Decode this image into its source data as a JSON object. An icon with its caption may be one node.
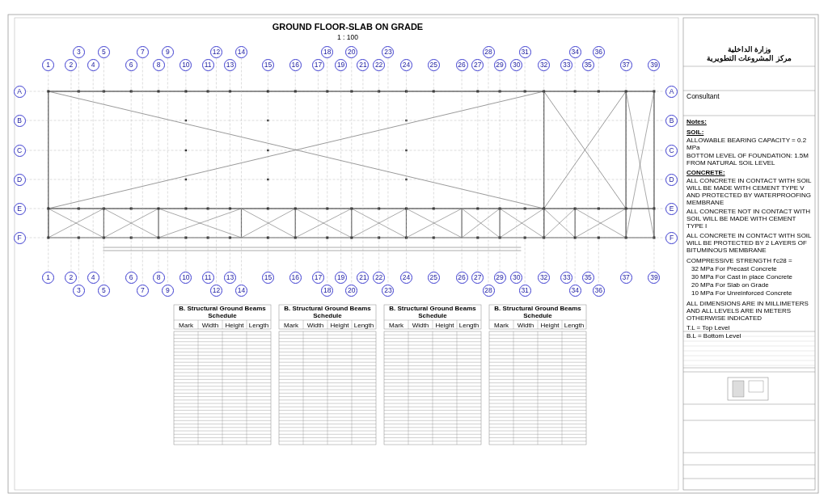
{
  "diagram": {
    "title": "GROUND FLOOR-SLAB ON GRADE",
    "nodes": [
      {
        "text": [
          "1"
        ]
      },
      {
        "text": [
          "2"
        ]
      },
      {
        "text": [
          "3"
        ]
      },
      {
        "text": [
          "4"
        ]
      },
      {
        "text": [
          "5"
        ]
      },
      {
        "text": [
          "6"
        ]
      },
      {
        "text": [
          "7"
        ]
      },
      {
        "text": [
          "8"
        ]
      },
      {
        "text": [
          "9"
        ]
      },
      {
        "text": [
          "10"
        ]
      },
      {
        "text": [
          "11"
        ]
      },
      {
        "text": [
          "12"
        ]
      },
      {
        "text": [
          "13"
        ]
      },
      {
        "text": [
          "14"
        ]
      },
      {
        "text": [
          "15"
        ]
      },
      {
        "text": [
          "16"
        ]
      },
      {
        "text": [
          "17"
        ]
      },
      {
        "text": [
          "18"
        ]
      },
      {
        "text": [
          "19"
        ]
      },
      {
        "text": [
          "20"
        ]
      },
      {
        "text": [
          "21"
        ]
      },
      {
        "text": [
          "22"
        ]
      },
      {
        "text": [
          "23"
        ]
      },
      {
        "text": [
          "24"
        ]
      },
      {
        "text": [
          "25"
        ]
      },
      {
        "text": [
          "26"
        ]
      },
      {
        "text": [
          "27"
        ]
      },
      {
        "text": [
          "28"
        ]
      },
      {
        "text": [
          "29"
        ]
      },
      {
        "text": [
          "30"
        ]
      },
      {
        "text": [
          "31"
        ]
      },
      {
        "text": [
          "32"
        ]
      },
      {
        "text": [
          "33"
        ]
      },
      {
        "text": [
          "34"
        ]
      },
      {
        "text": [
          "35"
        ]
      },
      {
        "text": [
          "36"
        ]
      },
      {
        "text": [
          "37"
        ]
      },
      {
        "text": [
          "39"
        ]
      },
      {
        "text": [
          "A"
        ]
      },
      {
        "text": [
          "A"
        ]
      },
      {
        "text": [
          "B"
        ]
      },
      {
        "text": [
          "B"
        ]
      },
      {
        "text": [
          "C"
        ]
      },
      {
        "text": [
          "C"
        ]
      },
      {
        "text": [
          "D"
        ]
      },
      {
        "text": [
          "D"
        ]
      },
      {
        "text": [
          "E"
        ]
      },
      {
        "text": [
          "E"
        ]
      },
      {
        "text": [
          "F"
        ]
      },
      {
        "text": [
          "F"
        ]
      },
      {
        "text": [
          "1"
        ]
      },
      {
        "text": [
          "2"
        ]
      },
      {
        "text": [
          "3"
        ]
      },
      {
        "text": [
          "4"
        ]
      },
      {
        "text": [
          "5"
        ]
      },
      {
        "text": [
          "6"
        ]
      },
      {
        "text": [
          "7"
        ]
      },
      {
        "text": [
          "8"
        ]
      },
      {
        "text": [
          "9"
        ]
      },
      {
        "text": [
          "10"
        ]
      },
      {
        "text": [
          "11"
        ]
      },
      {
        "text": [
          "12"
        ]
      },
      {
        "text": [
          "13"
        ]
      },
      {
        "text": [
          "14"
        ]
      },
      {
        "text": [
          "15"
        ]
      },
      {
        "text": [
          "16"
        ]
      },
      {
        "text": [
          "17"
        ]
      },
      {
        "text": [
          "18"
        ]
      },
      {
        "text": [
          "19"
        ]
      },
      {
        "text": [
          "20"
        ]
      },
      {
        "text": [
          "21"
        ]
      },
      {
        "text": [
          "22"
        ]
      },
      {
        "text": [
          "23"
        ]
      },
      {
        "text": [
          "24"
        ]
      },
      {
        "text": [
          "25"
        ]
      },
      {
        "text": [
          "26"
        ]
      },
      {
        "text": [
          "27"
        ]
      },
      {
        "text": [
          "28"
        ]
      },
      {
        "text": [
          "29"
        ]
      },
      {
        "text": [
          "30"
        ]
      },
      {
        "text": [
          "31"
        ]
      },
      {
        "text": [
          "32"
        ]
      },
      {
        "text": [
          "33"
        ]
      },
      {
        "text": [
          "34"
        ]
      },
      {
        "text": [
          "35"
        ]
      },
      {
        "text": [
          "36"
        ]
      },
      {
        "text": [
          "37"
        ]
      },
      {
        "text": [
          "39"
        ]
      }
    ],
    "edges": [
      {
        "from": 0,
        "to": 50,
        "arrow": "none",
        "style": "dashed"
      },
      {
        "from": 1,
        "to": 51,
        "arrow": "none",
        "style": "dashed"
      },
      {
        "from": 2,
        "to": 52,
        "arrow": "none",
        "style": "dashed"
      },
      {
        "from": 3,
        "to": 53,
        "arrow": "none",
        "style": "dashed"
      },
      {
        "from": 4,
        "to": 54,
        "arrow": "none",
        "style": "dashed"
      },
      {
        "from": 5,
        "to": 55,
        "arrow": "none",
        "style": "dashed"
      },
      {
        "from": 6,
        "to": 56,
        "arrow": "none",
        "style": "dashed"
      },
      {
        "from": 7,
        "to": 57,
        "arrow": "none",
        "style": "dashed"
      },
      {
        "from": 8,
        "to": 58,
        "arrow": "none",
        "style": "dashed"
      },
      {
        "from": 9,
        "to": 59,
        "arrow": "none",
        "style": "dashed"
      },
      {
        "from": 10,
        "to": 60,
        "arrow": "none",
        "style": "dashed"
      },
      {
        "from": 11,
        "to": 61,
        "arrow": "none",
        "style": "dashed"
      },
      {
        "from": 12,
        "to": 62,
        "arrow": "none",
        "style": "dashed"
      },
      {
        "from": 13,
        "to": 63,
        "arrow": "none",
        "style": "dashed"
      },
      {
        "from": 14,
        "to": 64,
        "arrow": "none",
        "style": "dashed"
      },
      {
        "from": 15,
        "to": 65,
        "arrow": "none",
        "style": "dashed"
      },
      {
        "from": 16,
        "to": 66,
        "arrow": "none",
        "style": "dashed"
      },
      {
        "from": 17,
        "to": 67,
        "arrow": "none",
        "style": "dashed"
      },
      {
        "from": 18,
        "to": 68,
        "arrow": "none",
        "style": "dashed"
      },
      {
        "from": 19,
        "to": 69,
        "arrow": "none",
        "style": "dashed"
      },
      {
        "from": 20,
        "to": 70,
        "arrow": "none",
        "style": "dashed"
      },
      {
        "from": 21,
        "to": 71,
        "arrow": "none",
        "style": "dashed"
      },
      {
        "from": 22,
        "to": 72,
        "arrow": "none",
        "style": "dashed"
      },
      {
        "from": 23,
        "to": 73,
        "arrow": "none",
        "style": "dashed"
      },
      {
        "from": 24,
        "to": 74,
        "arrow": "none",
        "style": "dashed"
      },
      {
        "from": 25,
        "to": 75,
        "arrow": "none",
        "style": "dashed"
      },
      {
        "from": 26,
        "to": 76,
        "arrow": "none",
        "style": "dashed"
      },
      {
        "from": 27,
        "to": 77,
        "arrow": "none",
        "style": "dashed"
      },
      {
        "from": 28,
        "to": 78,
        "arrow": "none",
        "style": "dashed"
      },
      {
        "from": 29,
        "to": 79,
        "arrow": "none",
        "style": "dashed"
      },
      {
        "from": 30,
        "to": 80,
        "arrow": "none",
        "style": "dashed"
      },
      {
        "from": 31,
        "to": 81,
        "arrow": "none",
        "style": "dashed"
      },
      {
        "from": 32,
        "to": 82,
        "arrow": "none",
        "style": "dashed"
      },
      {
        "from": 33,
        "to": 83,
        "arrow": "none",
        "style": "dashed"
      },
      {
        "from": 34,
        "to": 84,
        "arrow": "none",
        "style": "dashed"
      },
      {
        "from": 35,
        "to": 85,
        "arrow": "none",
        "style": "dashed"
      },
      {
        "from": 36,
        "to": 86,
        "arrow": "none",
        "style": "dashed"
      },
      {
        "from": 37,
        "to": 87,
        "arrow": "none",
        "style": "dashed"
      },
      {
        "from": 38,
        "to": 39,
        "arrow": "none",
        "style": "dashed"
      },
      {
        "from": 40,
        "to": 41,
        "arrow": "none",
        "style": "dashed"
      },
      {
        "from": 42,
        "to": 43,
        "arrow": "none",
        "style": "dashed"
      },
      {
        "from": 44,
        "to": 45,
        "arrow": "none",
        "style": "dashed"
      },
      {
        "from": 46,
        "to": 47,
        "arrow": "none",
        "style": "dashed"
      },
      {
        "from": 48,
        "to": 49,
        "arrow": "none",
        "style": "dashed"
      }
    ],
    "labels": [
      "1 : 100",
      "وزارة الداخلية",
      "مركز المشروعات التطويرية",
      "Consultant",
      "Notes:",
      "SOIL:",
      "ALLOWABLE BEARING CAPACITY = 0.2 MPa",
      "BOTTOM LEVEL OF FOUNDATION: 1.5M FROM NATURAL SOIL LEVEL",
      "CONCRETE:",
      "ALL CONCRETE IN CONTACT WITH SOIL WILL BE MADE WITH CEMENT TYPE V AND PROTECTED BY WATERPROOFING MEMBRANE",
      "ALL CONCRETE NOT IN CONTACT WITH SOIL WILL BE MADE WITH CEMENT TYPE I",
      "ALL CONCRETE IN CONTACT WITH SOIL WILL BE PROTECTED BY 2 LAYERS OF BITUMINOUS MEMBRANE",
      "COMPRESSIVE STRENGTH f'c28 =",
      "32 MPa For Precast Concrete",
      "30 MPa For Cast in place Concrete",
      "20 MPa For Slab on Grade",
      "10 MPa For Unreinforced Concrete",
      "ALL DIMENSIONS ARE IN MILLIMETERS AND ALL LEVELS ARE IN METERS OTHERWISE INDICATED",
      "T.L = Top Level",
      "B.L = Bottom Level",
      "B. Structural Ground Beams Schedule",
      "Mark",
      "Width",
      "Height",
      "Length",
      "B. Structural Ground Beams Schedule",
      "Mark",
      "Width",
      "Height",
      "Length",
      "B. Structural Ground Beams Schedule",
      "Mark",
      "Width",
      "Height",
      "Length",
      "B. Structural Ground Beams Schedule",
      "Mark",
      "Width",
      "Height",
      "Length"
    ]
  }
}
